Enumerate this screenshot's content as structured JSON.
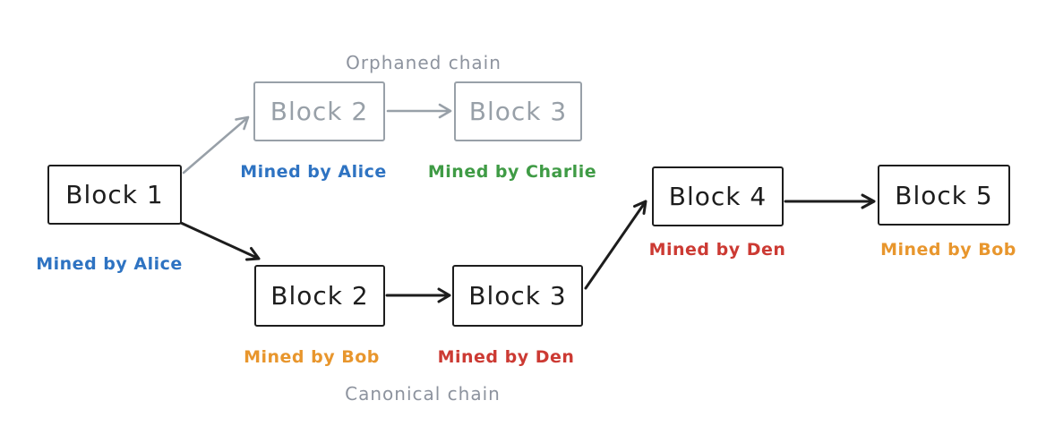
{
  "colors": {
    "ink": "#1d1d1d",
    "orphaned_gray": "#98a0a8",
    "chain_label_gray": "#8d939e",
    "blue": "#2e73c2",
    "green": "#3f9b45",
    "orange": "#e8962d",
    "red": "#cc3a33"
  },
  "diagram": {
    "orphaned_chain_label": "Orphaned chain",
    "canonical_chain_label": "Canonical chain",
    "nodes": [
      {
        "id": "block-1",
        "label": "Block 1",
        "miner": "Mined by Alice",
        "miner_color": "blue",
        "chain": "shared"
      },
      {
        "id": "orphaned-block-2",
        "label": "Block 2",
        "miner": "Mined by Alice",
        "miner_color": "blue",
        "chain": "orphaned"
      },
      {
        "id": "orphaned-block-3",
        "label": "Block 3",
        "miner": "Mined by Charlie",
        "miner_color": "green",
        "chain": "orphaned"
      },
      {
        "id": "canonical-block-2",
        "label": "Block 2",
        "miner": "Mined by Bob",
        "miner_color": "orange",
        "chain": "canonical"
      },
      {
        "id": "canonical-block-3",
        "label": "Block 3",
        "miner": "Mined by Den",
        "miner_color": "red",
        "chain": "canonical"
      },
      {
        "id": "block-4",
        "label": "Block 4",
        "miner": "Mined by Den",
        "miner_color": "red",
        "chain": "canonical"
      },
      {
        "id": "block-5",
        "label": "Block 5",
        "miner": "Mined by Bob",
        "miner_color": "orange",
        "chain": "canonical"
      }
    ],
    "edges": [
      {
        "from": "block-1",
        "to": "orphaned-block-2",
        "style": "gray"
      },
      {
        "from": "block-1",
        "to": "canonical-block-2",
        "style": "black"
      },
      {
        "from": "orphaned-block-2",
        "to": "orphaned-block-3",
        "style": "gray"
      },
      {
        "from": "canonical-block-2",
        "to": "canonical-block-3",
        "style": "black"
      },
      {
        "from": "canonical-block-3",
        "to": "block-4",
        "style": "black"
      },
      {
        "from": "block-4",
        "to": "block-5",
        "style": "black"
      }
    ]
  }
}
